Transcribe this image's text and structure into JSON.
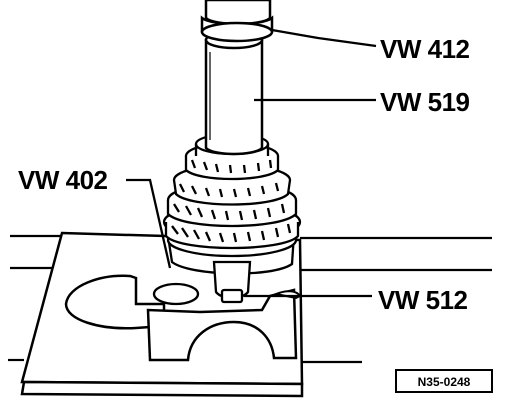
{
  "labels": {
    "vw412": "VW 412",
    "vw519": "VW 519",
    "vw402": "VW 402",
    "vw512": "VW 512"
  },
  "figure_ref": "N35-0248",
  "colors": {
    "ink": "#000000",
    "paper": "#ffffff"
  }
}
